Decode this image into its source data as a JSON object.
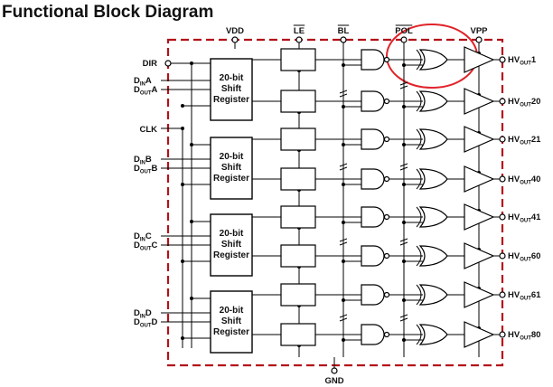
{
  "title": "Functional Block Diagram",
  "top_pins": {
    "vdd": "VDD",
    "le": "LE",
    "bl": "BL",
    "pol": "POL",
    "vpp": "VPP"
  },
  "bottom_pin": "GND",
  "left_pins": {
    "dir": "DIR",
    "clk": "CLK",
    "groups": [
      {
        "din_main": "D",
        "din_sub": "IN",
        "din_letter": "A",
        "dout_main": "D",
        "dout_sub": "OUT",
        "dout_letter": "A"
      },
      {
        "din_main": "D",
        "din_sub": "IN",
        "din_letter": "B",
        "dout_main": "D",
        "dout_sub": "OUT",
        "dout_letter": "B"
      },
      {
        "din_main": "D",
        "din_sub": "IN",
        "din_letter": "C",
        "dout_main": "D",
        "dout_sub": "OUT",
        "dout_letter": "C"
      },
      {
        "din_main": "D",
        "din_sub": "IN",
        "din_letter": "D",
        "dout_main": "D",
        "dout_sub": "OUT",
        "dout_letter": "D"
      }
    ]
  },
  "shift_register": {
    "line1": "20-bit",
    "line2": "Shift",
    "line3": "Register"
  },
  "outputs": [
    {
      "main": "HV",
      "sub": "OUT",
      "num": "1"
    },
    {
      "main": "HV",
      "sub": "OUT",
      "num": "20"
    },
    {
      "main": "HV",
      "sub": "OUT",
      "num": "21"
    },
    {
      "main": "HV",
      "sub": "OUT",
      "num": "40"
    },
    {
      "main": "HV",
      "sub": "OUT",
      "num": "41"
    },
    {
      "main": "HV",
      "sub": "OUT",
      "num": "60"
    },
    {
      "main": "HV",
      "sub": "OUT",
      "num": "61"
    },
    {
      "main": "HV",
      "sub": "OUT",
      "num": "80"
    }
  ],
  "colors": {
    "frame": "#b3121a",
    "highlight": "#e0242a",
    "line": "#000000"
  }
}
